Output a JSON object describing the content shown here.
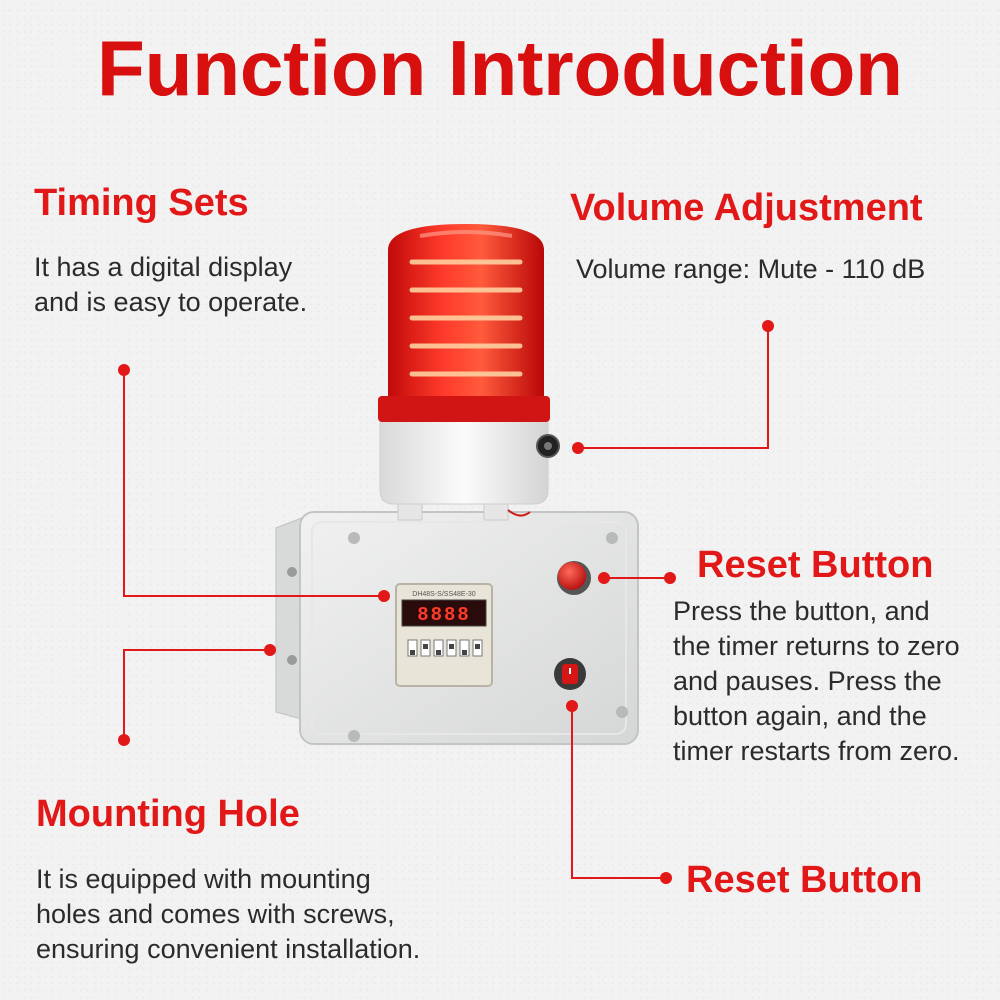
{
  "title": "Function Introduction",
  "features": {
    "timing": {
      "heading": "Timing Sets",
      "line1": "It has a digital display",
      "line2": "and is easy to operate."
    },
    "volume": {
      "heading": "Volume Adjustment",
      "line1": "Volume range: Mute - 110 dB"
    },
    "reset_top": {
      "heading": "Reset Button",
      "line1": "Press the button, and",
      "line2": "the timer returns to zero",
      "line3": "and pauses. Press the",
      "line4": "button again, and the",
      "line5": "timer restarts from zero."
    },
    "mounting": {
      "heading": "Mounting Hole",
      "line1": "It is equipped with mounting",
      "line2": "holes and comes with screws,",
      "line3": "ensuring convenient installation."
    },
    "reset_bottom": {
      "heading": "Reset Button"
    }
  },
  "device": {
    "timer_model": "DH48S-S/SS48E-30",
    "timer_display": "8888"
  },
  "colors": {
    "accent": "#e21818",
    "text": "#2b2b2b",
    "background": "#f2f2f2"
  }
}
